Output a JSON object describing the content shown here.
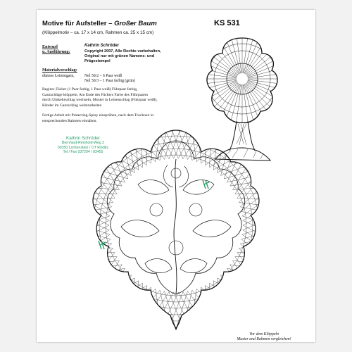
{
  "header": {
    "title_plain": "Motive für Aufsteller – ",
    "title_italic": "Großer Baum",
    "code": "KS 531",
    "subtitle": "(Klöppelmotiv – ca. 17 x 14 cm, Rahmen ca. 25 x 15 cm)"
  },
  "design": {
    "label_line1": "Entwurf",
    "label_line2": "u. Ausführung:",
    "author": "Kathrin Schröder",
    "copyright_lines": [
      "Copyright 2007, Alle Rechte vorbehalten,",
      "Original nur mit grünen Namens- und",
      "Prägestempel"
    ]
  },
  "materials": {
    "heading": "Materialvorschlag:",
    "item_label": "dünnes Leinengarn,",
    "items": [
      "Nel 50/2 – 6 Paar weiß",
      "Nel 50/3 – 1 Paar farbig (grün)"
    ]
  },
  "instructions": {
    "paragraph1_lines": [
      "Beginn: Fächer (1 Paar farbig, 1 Paar weiß) Führpaar farbig,",
      "Ganzschläge klöppeln. Am Ende des Fächers Farbe des Führpaares",
      "durch Umkehrschlag wechseln, Muster in Leinenschlag (Führpaar weiß),",
      "Ränder im Ganzschlag weiterarbeiten"
    ],
    "paragraph2_lines": [
      "Fertige Arbeit mit Protecting-Spray einsprühen, nach dem Trocknen in",
      "entsprechenden Rahmen einnähen."
    ]
  },
  "stamp": {
    "name": "Kathrin Schröder",
    "lines": [
      "Bernhard-Reinhold-Weg 2",
      "09350 Lichtenstein / OT Rödlitz",
      "Tel / Fax 037204 / 83455"
    ],
    "color": "#2aa06b"
  },
  "footer": {
    "lines": [
      "Vor dem Klöppeln",
      "Muster und Rahmen vergleichen!"
    ]
  },
  "colors": {
    "ink": "#111111",
    "accent_green": "#2aa06b",
    "page": "#ffffff"
  }
}
